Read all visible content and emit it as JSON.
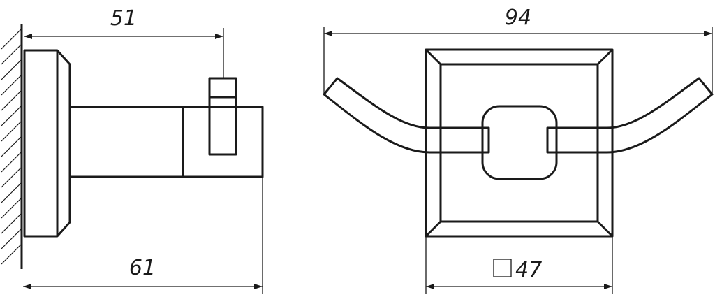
{
  "drawing": {
    "side_view": {
      "dim_top": "51",
      "dim_bottom": "61"
    },
    "front_view": {
      "dim_top": "94",
      "dim_bottom": "47",
      "square_symbol": "square-symbol"
    }
  }
}
